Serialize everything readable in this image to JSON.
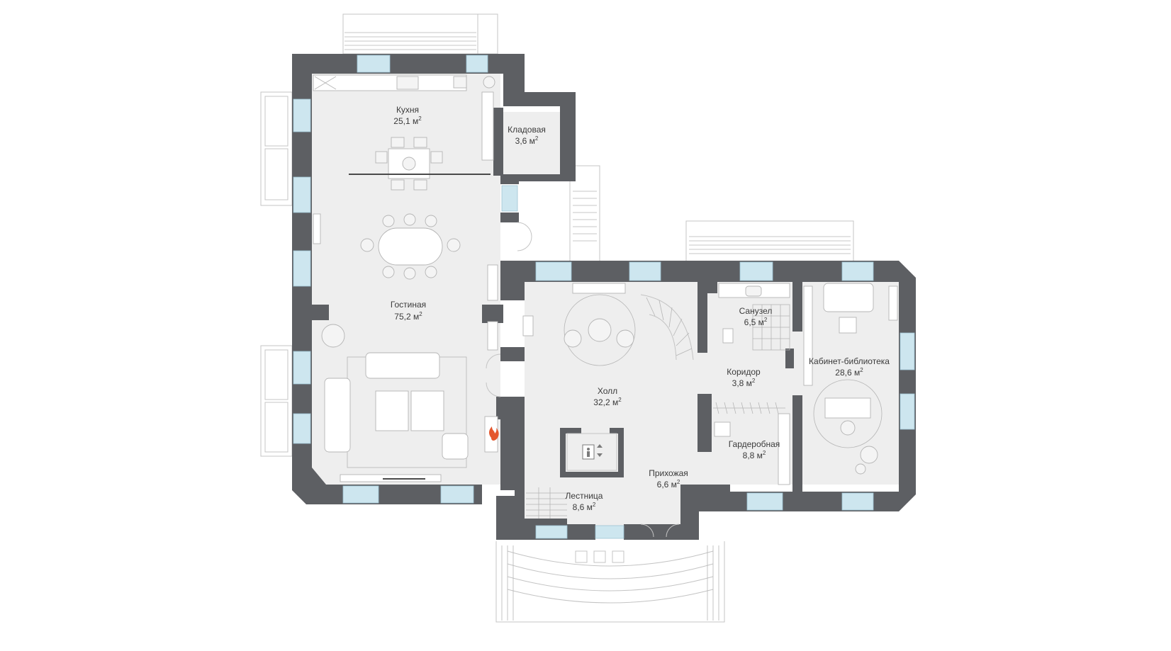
{
  "rooms": [
    {
      "id": "kitchen",
      "name": "Кухня",
      "area": "25,1 м",
      "unit_sup": "2"
    },
    {
      "id": "pantry",
      "name": "Кладовая",
      "area": "3,6 м",
      "unit_sup": "2"
    },
    {
      "id": "living",
      "name": "Гостиная",
      "area": "75,2 м",
      "unit_sup": "2"
    },
    {
      "id": "bathroom",
      "name": "Санузел",
      "area": "6,5 м",
      "unit_sup": "2"
    },
    {
      "id": "corridor",
      "name": "Коридор",
      "area": "3,8 м",
      "unit_sup": "2"
    },
    {
      "id": "study",
      "name": "Кабинет-библиотека",
      "area": "28,6 м",
      "unit_sup": "2"
    },
    {
      "id": "hall",
      "name": "Холл",
      "area": "32,2 м",
      "unit_sup": "2"
    },
    {
      "id": "wardrobe",
      "name": "Гардеробная",
      "area": "8,8 м",
      "unit_sup": "2"
    },
    {
      "id": "entrance",
      "name": "Прихожая",
      "area": "6,6 м",
      "unit_sup": "2"
    },
    {
      "id": "stairs",
      "name": "Лестница",
      "area": "8,6 м",
      "unit_sup": "2"
    }
  ],
  "colors": {
    "wall": "#5d5f63",
    "floor": "#eeeeee",
    "glass": "#cde6ef",
    "fireplace": "#e4572e"
  },
  "icons": [
    "fire-icon",
    "elevator-icon"
  ]
}
